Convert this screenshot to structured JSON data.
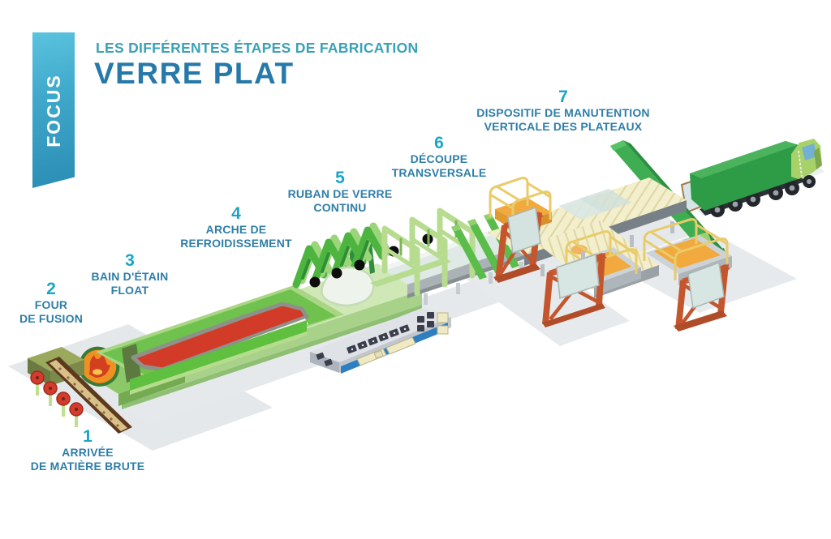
{
  "header": {
    "focus_label": "FOCUS",
    "subtitle": "LES DIFFÉRENTES ÉTAPES DE FABRICATION",
    "title": "VERRE PLAT"
  },
  "steps": [
    {
      "number": "1",
      "lines": [
        "ARRIVÉE",
        "DE MATIÈRE BRUTE"
      ]
    },
    {
      "number": "2",
      "lines": [
        "FOUR",
        "DE FUSION"
      ]
    },
    {
      "number": "3",
      "lines": [
        "BAIN D'ÉTAIN",
        "FLOAT"
      ]
    },
    {
      "number": "4",
      "lines": [
        "ARCHE DE",
        "REFROIDISSEMENT"
      ]
    },
    {
      "number": "5",
      "lines": [
        "RUBAN DE VERRE",
        "CONTINU"
      ]
    },
    {
      "number": "6",
      "lines": [
        "DÉCOUPE",
        "TRANSVERSALE"
      ]
    },
    {
      "number": "7",
      "lines": [
        "DISPOSITIF DE MANUTENTION",
        "VERTICALE DES PLATEAUX"
      ]
    }
  ],
  "colors": {
    "step_number_teal": "#1aa5c8",
    "step_label_blue": "#2e7ea8",
    "subtitle_teal": "#3aa1b8",
    "title_blue": "#2679a8",
    "focus_gradient_top": "#5ac3de",
    "focus_gradient_bottom": "#2b8db4",
    "line_green": "#52b848",
    "molten_glass_red": "#d23b28",
    "flame_orange": "#ef9122",
    "handling_orange": "#f2a93d",
    "rack_red": "#c4562e",
    "roller_table_cream": "#f3eecb",
    "glass_pale_blue": "#dfe9e5"
  }
}
